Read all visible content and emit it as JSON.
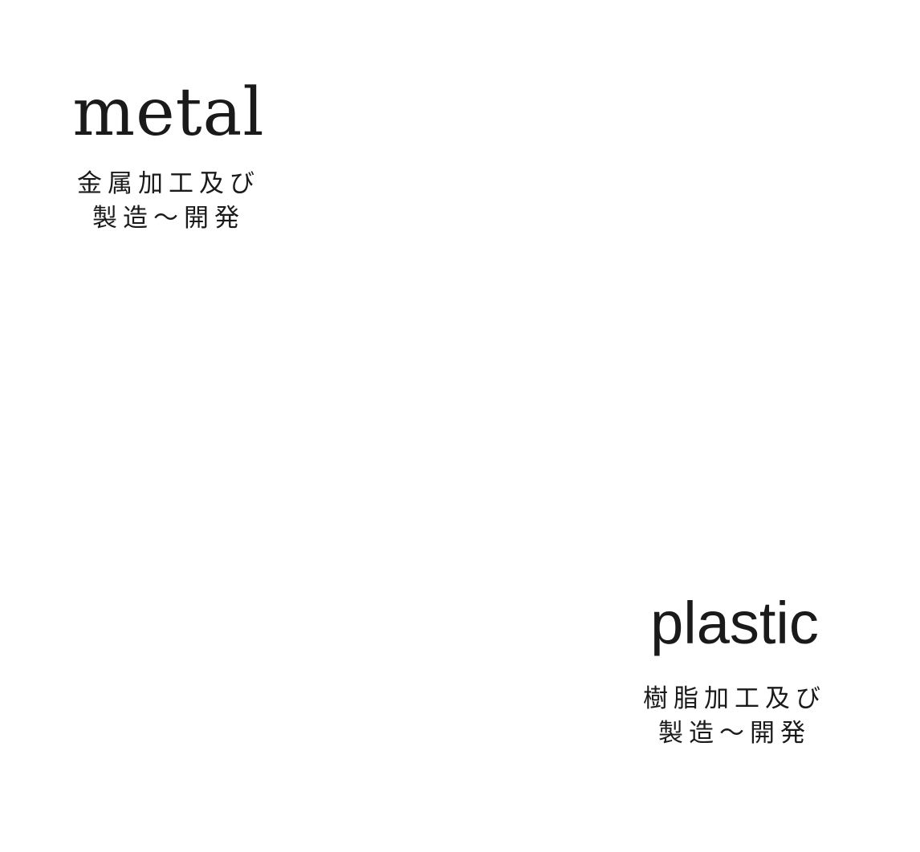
{
  "metal": {
    "title": "metal",
    "line1": "金属加工及び",
    "line2": "製造〜開発"
  },
  "plastic": {
    "title": "plastic",
    "line1": "樹脂加工及び",
    "line2": "製造〜開発"
  },
  "colors": {
    "background": "#ffffff",
    "text": "#1a1a1a"
  }
}
